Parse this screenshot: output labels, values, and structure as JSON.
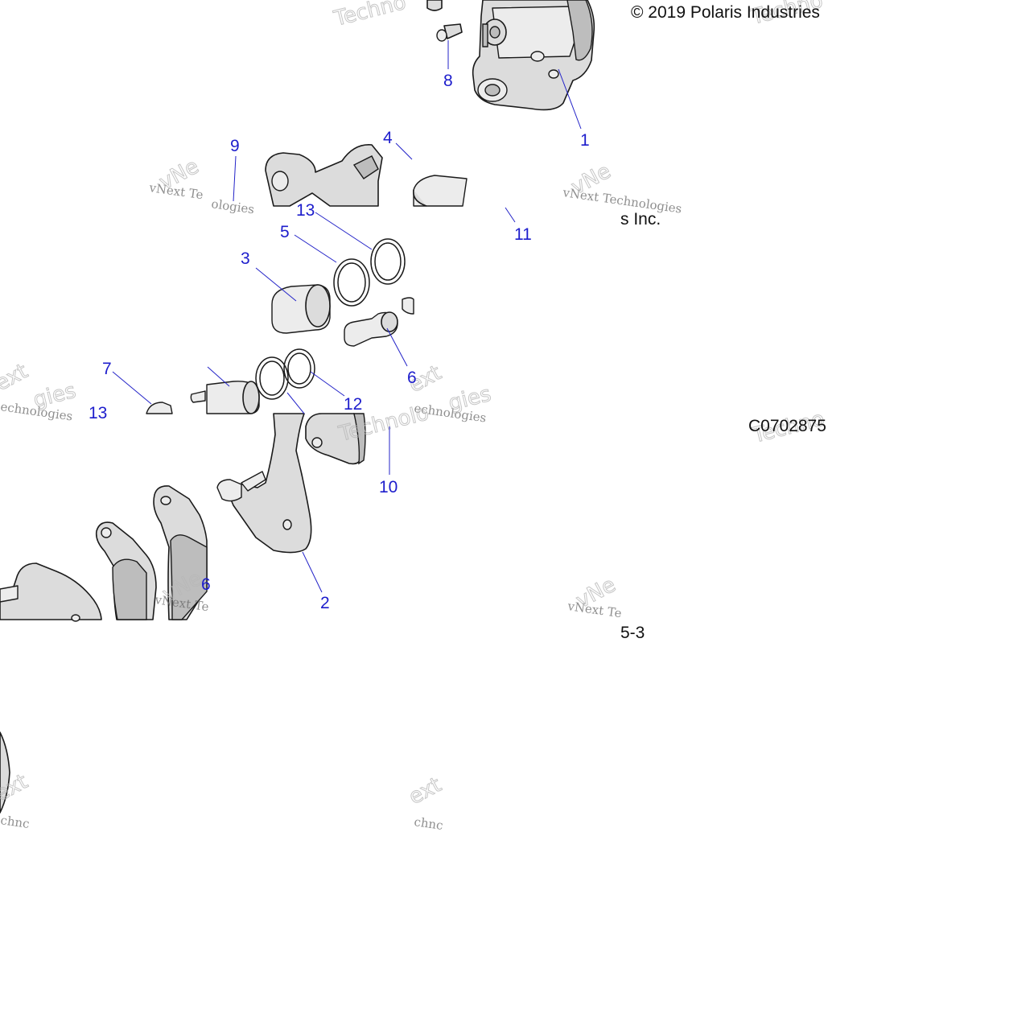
{
  "copyright": "© 2019 Polaris Industries",
  "copyright_fragment": "s Inc.",
  "drawing_number": "C0702875",
  "page_fragment": "5-3",
  "watermark": {
    "line1": "vNext Technologies",
    "short_a": "vNe",
    "short_b": "vNext Te",
    "short_c": "ext",
    "techno": "Technologies",
    "techno_a": "Techno",
    "techno_b": "Technolo",
    "echno": "echnologies",
    "echno_a": "echnologies",
    "ogies": "ogies",
    "gies": "gies",
    "logies": "ologies",
    "noc": "chnc",
    "te": "Te",
    "ex": "ext",
    "nologies": "nologies"
  },
  "callouts": [
    {
      "id": "1",
      "text": "1"
    },
    {
      "id": "2",
      "text": "2"
    },
    {
      "id": "3",
      "text": "3"
    },
    {
      "id": "4",
      "text": "4"
    },
    {
      "id": "5",
      "text": "5"
    },
    {
      "id": "6",
      "text": "6"
    },
    {
      "id": "6b",
      "text": "6"
    },
    {
      "id": "7",
      "text": "7"
    },
    {
      "id": "8",
      "text": "8"
    },
    {
      "id": "9",
      "text": "9"
    },
    {
      "id": "10",
      "text": "10"
    },
    {
      "id": "11",
      "text": "11"
    },
    {
      "id": "12",
      "text": "12"
    },
    {
      "id": "13",
      "text": "13"
    },
    {
      "id": "13b",
      "text": "13"
    }
  ],
  "parts": {
    "caliper_body": "caliper-body",
    "caliper_bracket": "caliper-bracket",
    "piston": "piston",
    "seal": "seal",
    "pad": "brake-pad",
    "bleeder": "bleeder-screw",
    "pin": "slide-pin"
  }
}
